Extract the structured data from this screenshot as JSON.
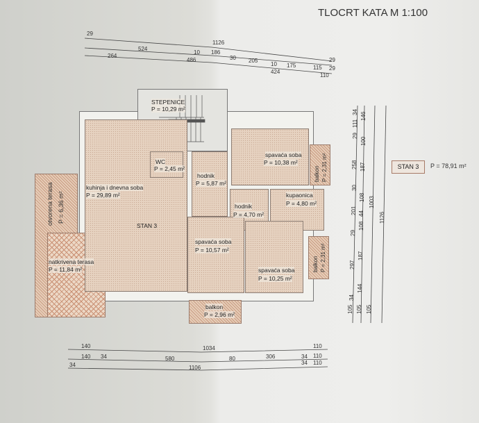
{
  "title": "TLOCRT KATA  M 1:100",
  "rooms": {
    "stairs": {
      "name": "STEPENICE",
      "area": "P = 10,29 m²"
    },
    "wc": {
      "name": "WC",
      "area": "P = 2,45 m²"
    },
    "hall1": {
      "name": "hodnik",
      "area": "P = 5,87 m²"
    },
    "bedroom1": {
      "name": "spavaća soba",
      "area": "P = 10,38 m²"
    },
    "balcony1": {
      "name": "balkon",
      "area": "P = 2,31 m²"
    },
    "kitchen": {
      "name": "kuhinja i dnevna soba",
      "area": "P = 29,89 m²"
    },
    "hall2": {
      "name": "hodnik",
      "area": "P = 4,70 m²"
    },
    "bathroom": {
      "name": "kupaonica",
      "area": "P = 4,80 m²"
    },
    "open_terrace": {
      "name": "otvorena terasa",
      "area": "P = 6,36 m²"
    },
    "apartment": {
      "name": "STAN 3"
    },
    "bedroom2": {
      "name": "spavaća soba",
      "area": "P = 10,57 m²"
    },
    "bedroom3": {
      "name": "spavaća soba",
      "area": "P = 10,25 m²"
    },
    "balcony2": {
      "name": "balkon",
      "area": "P = 2,31 m²"
    },
    "covered_terrace": {
      "name": "natkrivena terasa",
      "area": "P = 11,84 m²"
    },
    "balcony3": {
      "name": "balkon",
      "area": "P = 2,96 m²"
    }
  },
  "legend": {
    "unit": "STAN 3",
    "area": "P = 78,91 m²"
  },
  "dims_top": [
    "29",
    "1126",
    "524",
    "10",
    "186",
    "264",
    "486",
    "30",
    "205",
    "10",
    "175",
    "115",
    "29",
    "424",
    "29",
    "110"
  ],
  "dims_bottom": [
    "140",
    "1034",
    "110",
    "140",
    "34",
    "580",
    "80",
    "306",
    "34",
    "110",
    "34",
    "1106",
    "34",
    "110"
  ],
  "dims_right": [
    "34",
    "111",
    "29",
    "258",
    "30",
    "201",
    "29",
    "297",
    "34",
    "105",
    "146",
    "100",
    "187",
    "108",
    "44",
    "108",
    "187",
    "144",
    "105",
    "1003",
    "105",
    "1126"
  ]
}
